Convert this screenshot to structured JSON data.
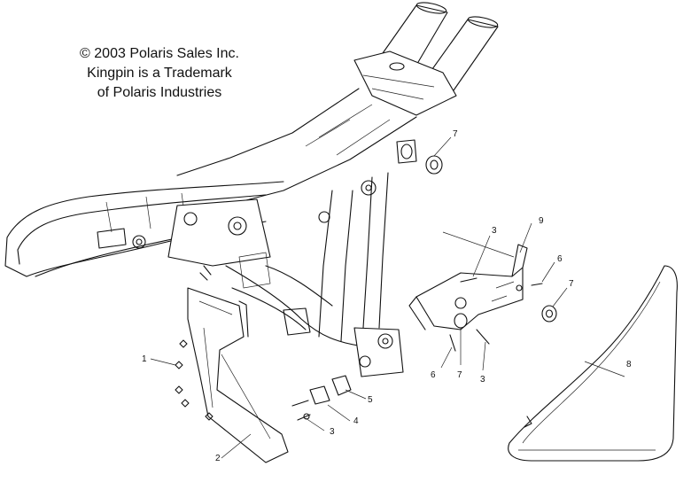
{
  "notice": {
    "line1": "© 2003 Polaris Sales Inc.",
    "line2": "Kingpin is a Trademark",
    "line3": "of Polaris Industries"
  },
  "callouts": {
    "c1": "1",
    "c2": "2",
    "c3a": "3",
    "c3b": "3",
    "c3c": "3",
    "c4": "4",
    "c5": "5",
    "c6a": "6",
    "c6b": "6",
    "c7a": "7",
    "c7b": "7",
    "c7c": "7",
    "c8": "8",
    "c9": "9"
  }
}
